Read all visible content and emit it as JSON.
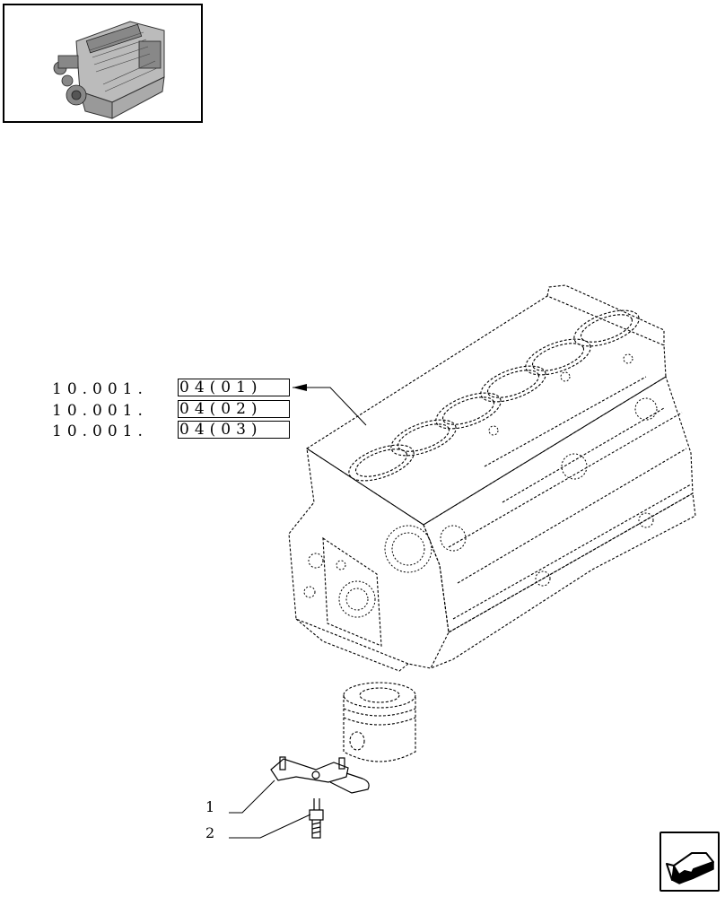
{
  "references": [
    {
      "prefix": "10.001.",
      "code": "04(01)"
    },
    {
      "prefix": "10.001.",
      "code": "04(02)"
    },
    {
      "prefix": "10.001.",
      "code": "04(03)"
    }
  ],
  "callouts": [
    {
      "number": "1"
    },
    {
      "number": "2"
    }
  ],
  "icons": {
    "thumbnail": "engine-thumbnail-icon",
    "navigation": "arrow-back-icon"
  }
}
